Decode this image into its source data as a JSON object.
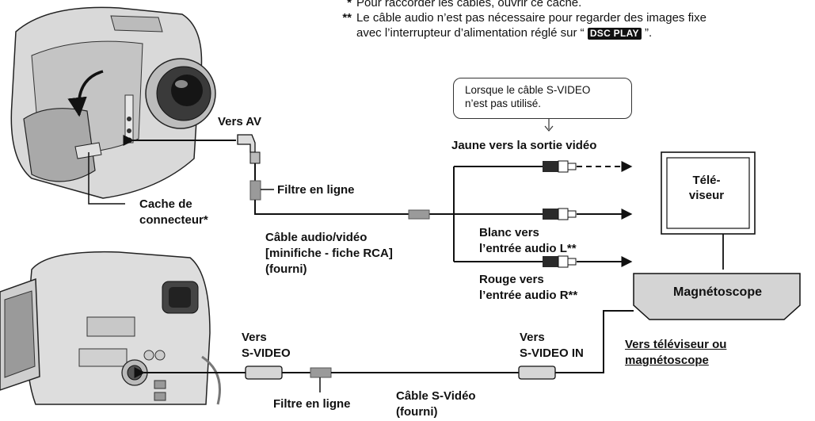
{
  "notes": {
    "note1_mark": "*",
    "note1_text": "Pour raccorder les câbles, ouvrir ce cache.",
    "note2_mark": "**",
    "note2_line1": "Le câble audio n’est pas nécessaire pour regarder des images fixe",
    "note2_line2_before": "avec l’interrupteur d’alimentation réglé sur  “",
    "note2_badge": "DSC PLAY",
    "note2_line2_after": "”."
  },
  "callout": {
    "line1": "Lorsque le câble S-VIDEO",
    "line2": "n’est pas utilisé."
  },
  "labels": {
    "vers_av": "Vers AV",
    "cache_line1": "Cache de",
    "cache_line2": "connecteur*",
    "filtre_top": "Filtre en ligne",
    "cable_av_line1": "Câble audio/vidéo",
    "cable_av_line2": "[minifiche - fiche RCA]",
    "cable_av_line3": "(fourni)",
    "jaune": "Jaune vers la sortie vidéo",
    "blanc_line1": "Blanc vers",
    "blanc_line2": "l’entrée audio L**",
    "rouge_line1": "Rouge vers",
    "rouge_line2": "l’entrée audio R**",
    "tv_line1": "Télé-",
    "tv_line2": "viseur",
    "vcr": "Magnétoscope",
    "vers_svideo_line1": "Vers",
    "vers_svideo_line2": "S-VIDEO",
    "filtre_bottom": "Filtre en ligne",
    "cable_svideo_line1": "Câble S-Vidéo",
    "cable_svideo_line2": "(fourni)",
    "vers_svideo_in_line1": "Vers",
    "vers_svideo_in_line2": "S-VIDEO IN",
    "vers_tv_line1": "Vers téléviseur ou",
    "vers_tv_line2": "magnétoscope"
  }
}
